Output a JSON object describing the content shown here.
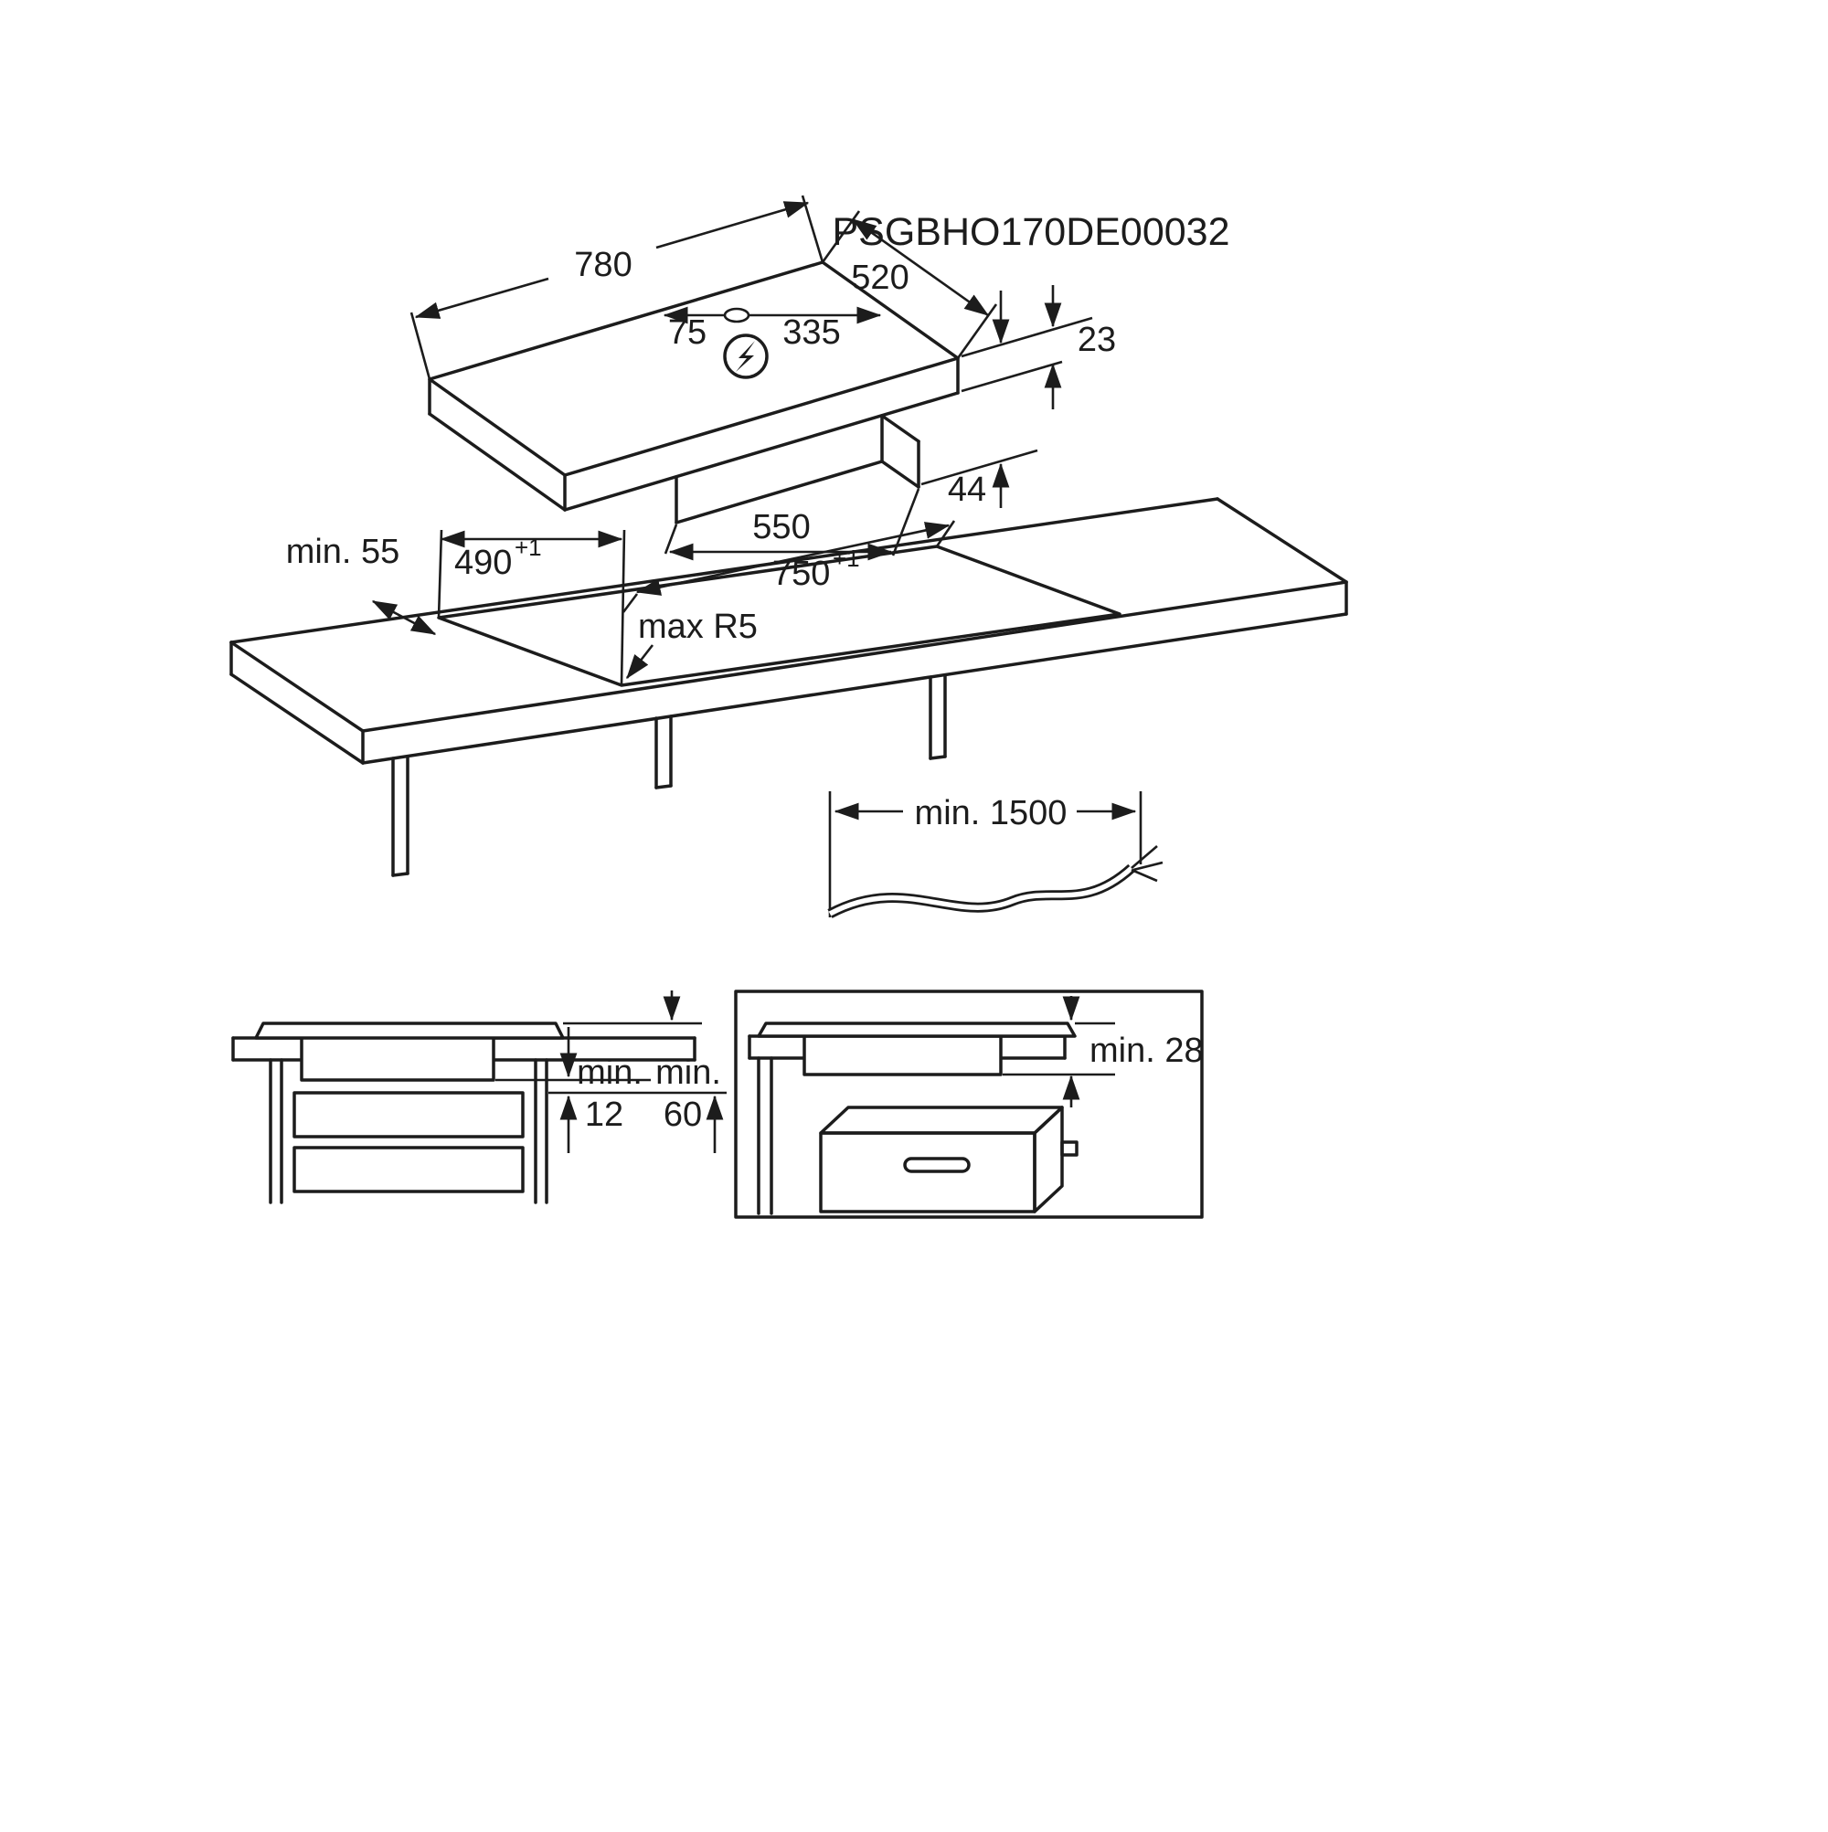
{
  "title": "PSGBHO170DE00032",
  "colors": {
    "line": "#1c1c1c",
    "background": "#ffffff"
  },
  "hob_view": {
    "width_mm": "780",
    "depth_mm": "520",
    "cable_hole_offset_mm": "75",
    "cable_hole_span_mm": "335",
    "rim_height_mm": "23",
    "box_depth_mm": "44",
    "box_width_mm": "550"
  },
  "cutout_view": {
    "rear_clearance": "min. 55",
    "cutout_depth_mm": "490",
    "cutout_depth_tolerance": "+1",
    "cutout_width_mm": "750",
    "cutout_width_tolerance": "+1",
    "corner_radius": "max R5"
  },
  "cable_view": {
    "cable_length": "min. 1500"
  },
  "side_section_view": {
    "hob_clearance_word": "min.",
    "hob_clearance_value": "12",
    "shelf_clearance_word": "min.",
    "shelf_clearance_value": "60"
  },
  "oven_section_view": {
    "oven_clearance": "min. 28"
  }
}
